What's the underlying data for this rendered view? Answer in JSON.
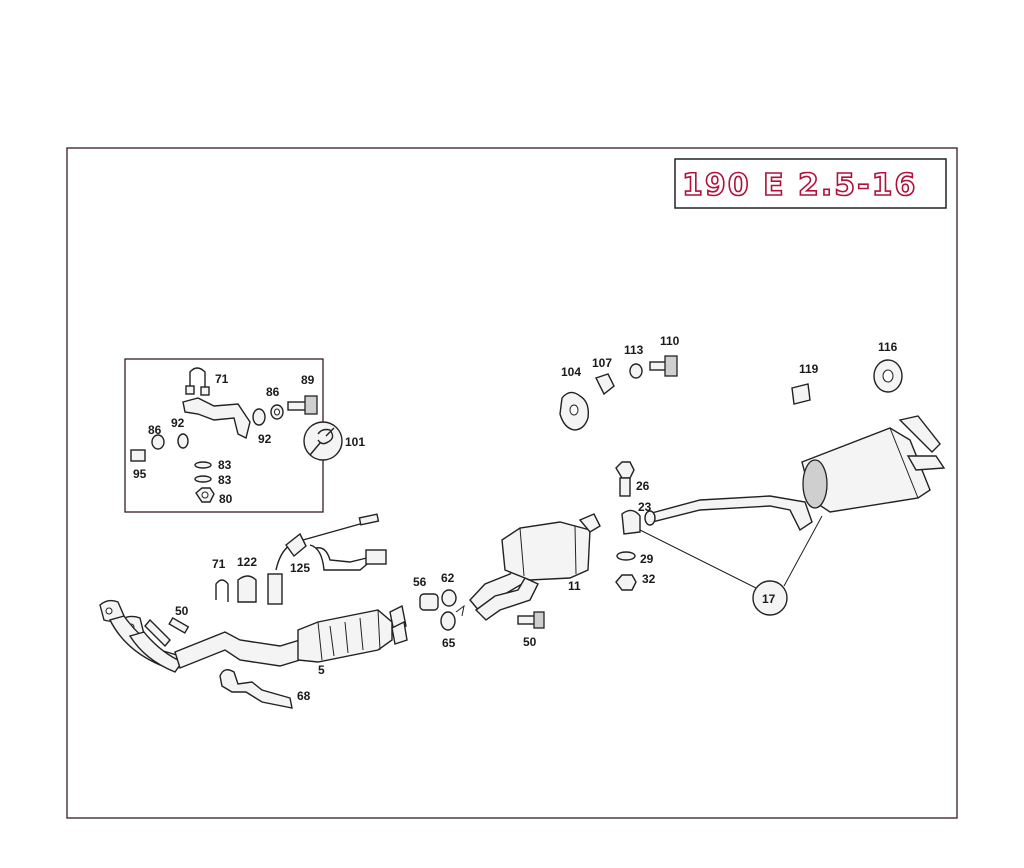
{
  "badge": {
    "text": "190 E 2.5-16"
  },
  "callouts": {
    "c5": "5",
    "c11": "11",
    "c17": "17",
    "c23": "23",
    "c26": "26",
    "c29": "29",
    "c32": "32",
    "c50a": "50",
    "c50b": "50",
    "c56": "56",
    "c62": "62",
    "c65": "65",
    "c68": "68",
    "c71a": "71",
    "c71b": "71",
    "c80": "80",
    "c83a": "83",
    "c83b": "83",
    "c86a": "86",
    "c86b": "86",
    "c89": "89",
    "c92a": "92",
    "c92b": "92",
    "c95": "95",
    "c101": "101",
    "c104": "104",
    "c107": "107",
    "c110": "110",
    "c113": "113",
    "c116": "116",
    "c119": "119",
    "c122": "122",
    "c125": "125"
  }
}
